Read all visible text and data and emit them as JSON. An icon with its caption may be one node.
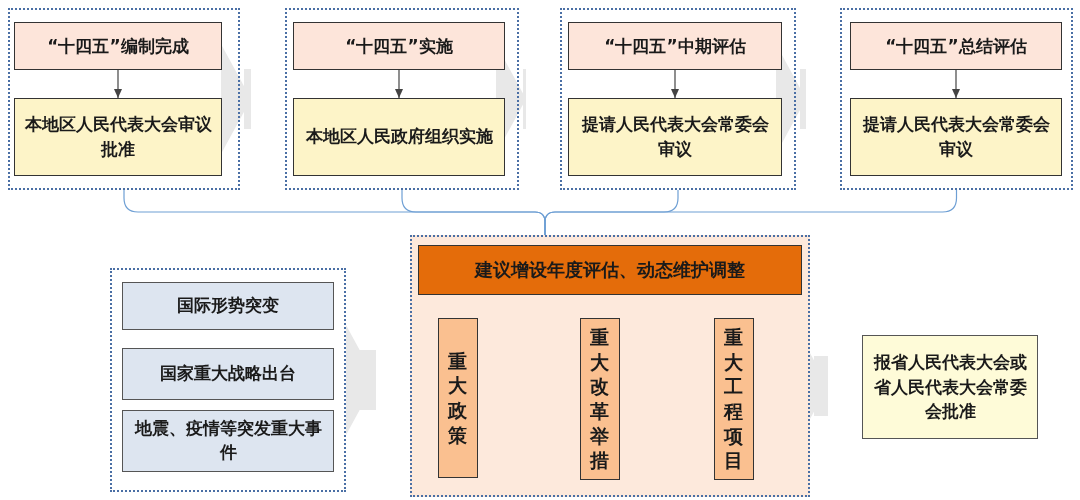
{
  "diagram": {
    "nodes": [
      {
        "text": [],
        "shape": "box"
      },
      {
        "text": [
          "“十四五”编制完成"
        ],
        "in": 0
      },
      {
        "text": [
          "本地区人民代表大会审议批准"
        ],
        "in": 0
      },
      {
        "text": [],
        "shape": "box"
      },
      {
        "text": [
          "“十四五”实施"
        ],
        "in": 3
      },
      {
        "text": [
          "本地区人民政府组织实施"
        ],
        "in": 3
      },
      {
        "text": [],
        "shape": "box"
      },
      {
        "text": [
          "“十四五”中期评估"
        ],
        "in": 6
      },
      {
        "text": [
          "提请人民代表大会常委会审议"
        ],
        "in": 6
      },
      {
        "text": [],
        "shape": "box"
      },
      {
        "text": [
          "“十四五”总结评估"
        ],
        "in": 9
      },
      {
        "text": [
          "提请人民代表大会常委会审议"
        ],
        "in": 9
      },
      {
        "text": [],
        "shape": "box"
      },
      {
        "text": [
          "国际形势突变"
        ],
        "in": 12
      },
      {
        "text": [
          "国家重大战略出台"
        ],
        "in": 12
      },
      {
        "text": [
          "地震、疫情等突发重大事件"
        ],
        "in": 12
      },
      {
        "text": [],
        "shape": "box"
      },
      {
        "text": [
          "建议增设年度评估、动态维护调整"
        ],
        "in": 16
      },
      {
        "text": [
          "重大政策"
        ],
        "in": 16
      },
      {
        "text": [
          "重大改革举措"
        ],
        "in": 16
      },
      {
        "text": [
          "重大工程项目"
        ],
        "in": 16
      },
      {
        "text": [
          "报省人民代表大会或省人民代表大会常委会批准"
        ]
      }
    ],
    "edges": [
      {
        "from": 1,
        "to": 2,
        "arrow": "to",
        "color": "#444444"
      },
      {
        "from": 4,
        "to": 5,
        "arrow": "to",
        "color": "#444444"
      },
      {
        "from": 7,
        "to": 8,
        "arrow": "to",
        "color": "#444444"
      },
      {
        "from": 10,
        "to": 11,
        "arrow": "to",
        "color": "#444444"
      },
      {
        "from": 0,
        "to": 3,
        "arrow": "to",
        "style": "thick",
        "color": "#e8e8e8"
      },
      {
        "from": 3,
        "to": 6,
        "arrow": "to",
        "style": "thick",
        "color": "#e8e8e8"
      },
      {
        "from": 6,
        "to": 9,
        "arrow": "to",
        "style": "thick",
        "color": "#e8e8e8"
      },
      {
        "from": 0,
        "to": 16,
        "arrow": "none",
        "color": "#6e9fd4"
      },
      {
        "from": 3,
        "to": 16,
        "arrow": "none",
        "color": "#6e9fd4"
      },
      {
        "from": 6,
        "to": 16,
        "arrow": "none",
        "color": "#6e9fd4"
      },
      {
        "from": 9,
        "to": 16,
        "arrow": "none",
        "color": "#6e9fd4"
      },
      {
        "from": 12,
        "to": 16,
        "arrow": "to",
        "style": "thick",
        "color": "#e8e8e8"
      },
      {
        "from": 16,
        "to": 21,
        "arrow": "to",
        "style": "thick",
        "color": "#e8e8e8"
      }
    ]
  }
}
